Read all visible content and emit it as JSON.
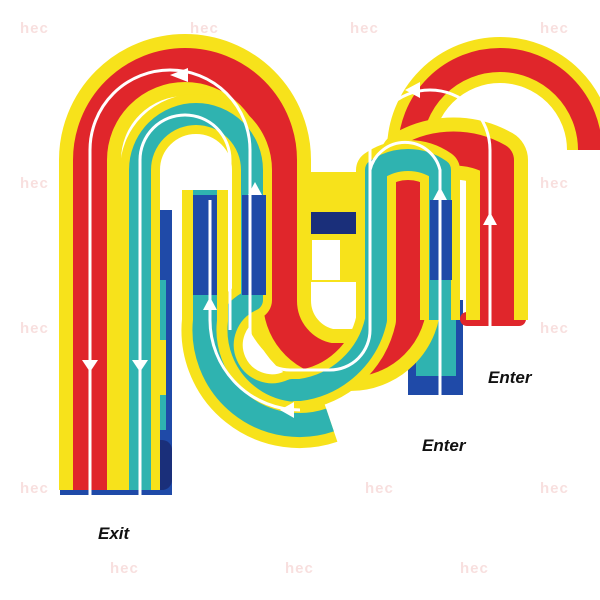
{
  "labels": {
    "enter_right": "Enter",
    "enter_bottom": "Enter",
    "exit": "Exit"
  },
  "watermark": {
    "logo_text": "hec"
  },
  "colors": {
    "yellow": "#f7e21b",
    "red": "#e0262b",
    "teal": "#2fb3b0",
    "blue": "#1f4aa8",
    "navy": "#1a2f7a",
    "white": "#ffffff"
  }
}
